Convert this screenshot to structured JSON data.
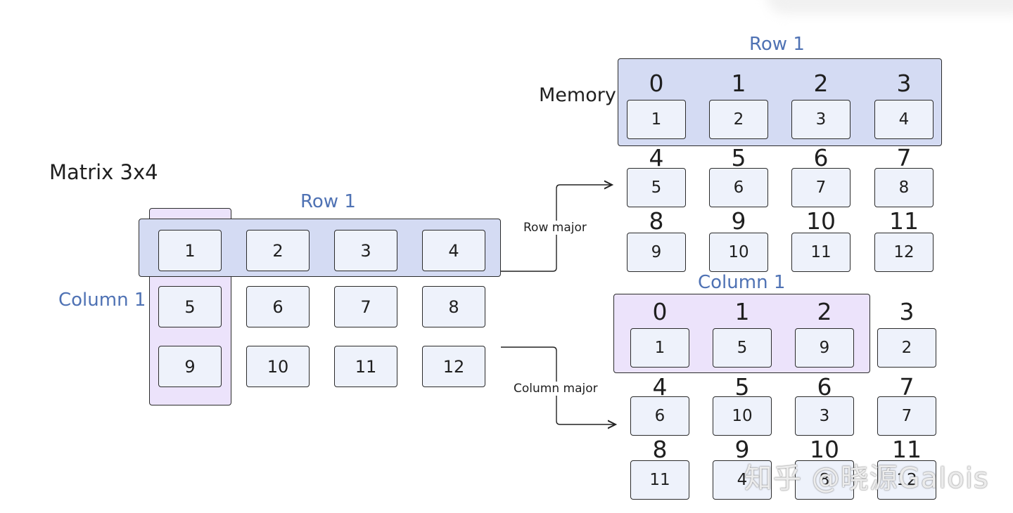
{
  "matrix": {
    "title": "Matrix 3x4",
    "row_label": "Row 1",
    "column_label": "Column 1",
    "rows": [
      [
        "1",
        "2",
        "3",
        "4"
      ],
      [
        "5",
        "6",
        "7",
        "8"
      ],
      [
        "9",
        "10",
        "11",
        "12"
      ]
    ]
  },
  "arrows": {
    "row_major": "Row major",
    "column_major": "Column major"
  },
  "row_major_memory": {
    "memory_label": "Memory",
    "highlight_label": "Row 1",
    "indices": [
      "0",
      "1",
      "2",
      "3",
      "4",
      "5",
      "6",
      "7",
      "8",
      "9",
      "10",
      "11"
    ],
    "values": [
      "1",
      "2",
      "3",
      "4",
      "5",
      "6",
      "7",
      "8",
      "9",
      "10",
      "11",
      "12"
    ]
  },
  "column_major_memory": {
    "highlight_label": "Column 1",
    "indices": [
      "0",
      "1",
      "2",
      "3",
      "4",
      "5",
      "6",
      "7",
      "8",
      "9",
      "10",
      "11"
    ],
    "values": [
      "1",
      "5",
      "9",
      "2",
      "6",
      "10",
      "3",
      "7",
      "11",
      "4",
      "8",
      "12"
    ]
  },
  "watermark": "知乎 @晓源Galois",
  "colors": {
    "row_highlight": "#d4dbf3",
    "column_highlight": "#ece3fb",
    "cell_fill": "#eef2fb",
    "label_blue": "#4f72b4"
  }
}
